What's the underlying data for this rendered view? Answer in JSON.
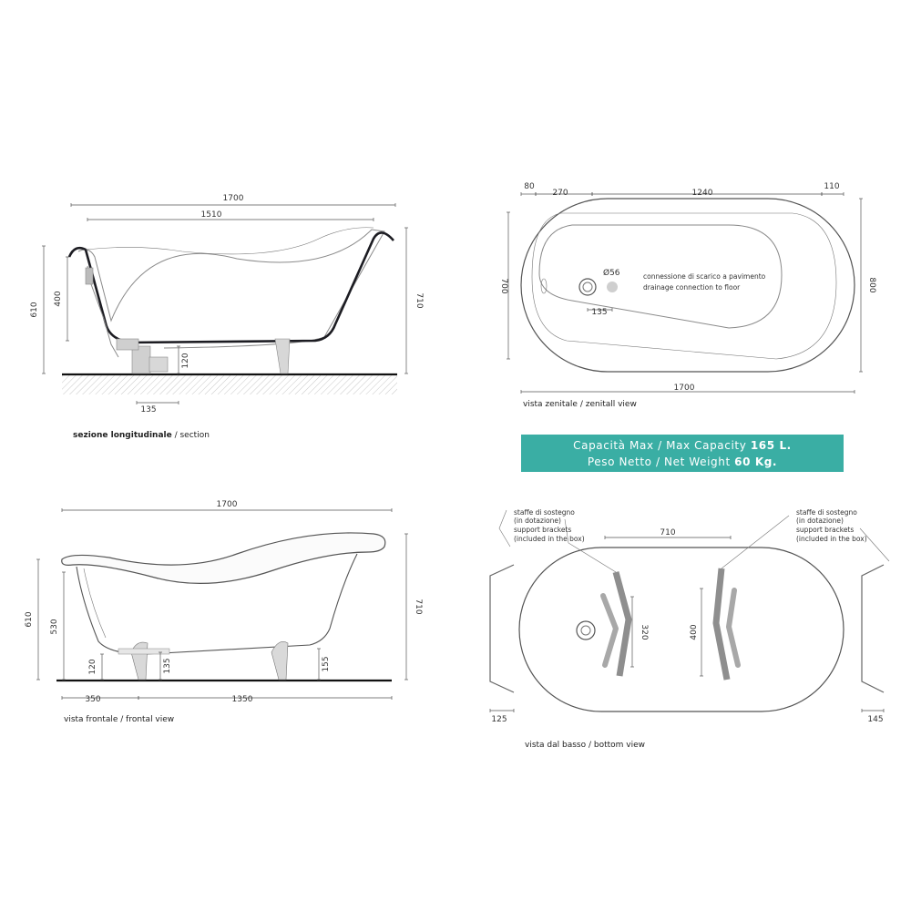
{
  "section_view": {
    "caption_bold": "sezione longitudinale",
    "caption_rest": " / section",
    "dims": {
      "overall": "1700",
      "inner": "1510",
      "height_left": "610",
      "depth": "400",
      "height_right": "710",
      "drain_height": "120",
      "drain_offset": "135"
    }
  },
  "top_view": {
    "caption_bold": "vista zenitale",
    "caption_rest": " / zenitall view",
    "dims": {
      "d80": "80",
      "d270": "270",
      "d1240": "1240",
      "d110": "110",
      "width_inner": "700",
      "width_outer": "800",
      "drain_offset": "135",
      "length": "1700"
    },
    "drain_diameter": "Ø56",
    "drain_note_it": "connessione di scarico a pavimento",
    "drain_note_en": "drainage connection to floor"
  },
  "capacity": {
    "line1_prefix": "Capacità Max / Max Capacity ",
    "line1_value": "165 L.",
    "line2_prefix": "Peso Netto / Net Weight ",
    "line2_value": "60 Kg."
  },
  "front_view": {
    "caption_bold": "vista frontale",
    "caption_rest": " / frontal view",
    "dims": {
      "overall": "1700",
      "h610": "610",
      "h530": "530",
      "h710": "710",
      "h120": "120",
      "h135": "135",
      "h155": "155",
      "d350": "350",
      "d1350": "1350"
    }
  },
  "bottom_view": {
    "caption_bold": "vista dal basso",
    "caption_rest": " / bottom view",
    "dims": {
      "d710": "710",
      "d320": "320",
      "d400": "400",
      "d125": "125",
      "d145": "145"
    },
    "bracket_label_left": [
      "staffe di sostegno",
      "(in dotazione)",
      "support brackets",
      "(included in the box)"
    ],
    "bracket_label_right": [
      "staffe di sostegno",
      "(in dotazione)",
      "support brackets",
      "(included in the box)"
    ]
  }
}
